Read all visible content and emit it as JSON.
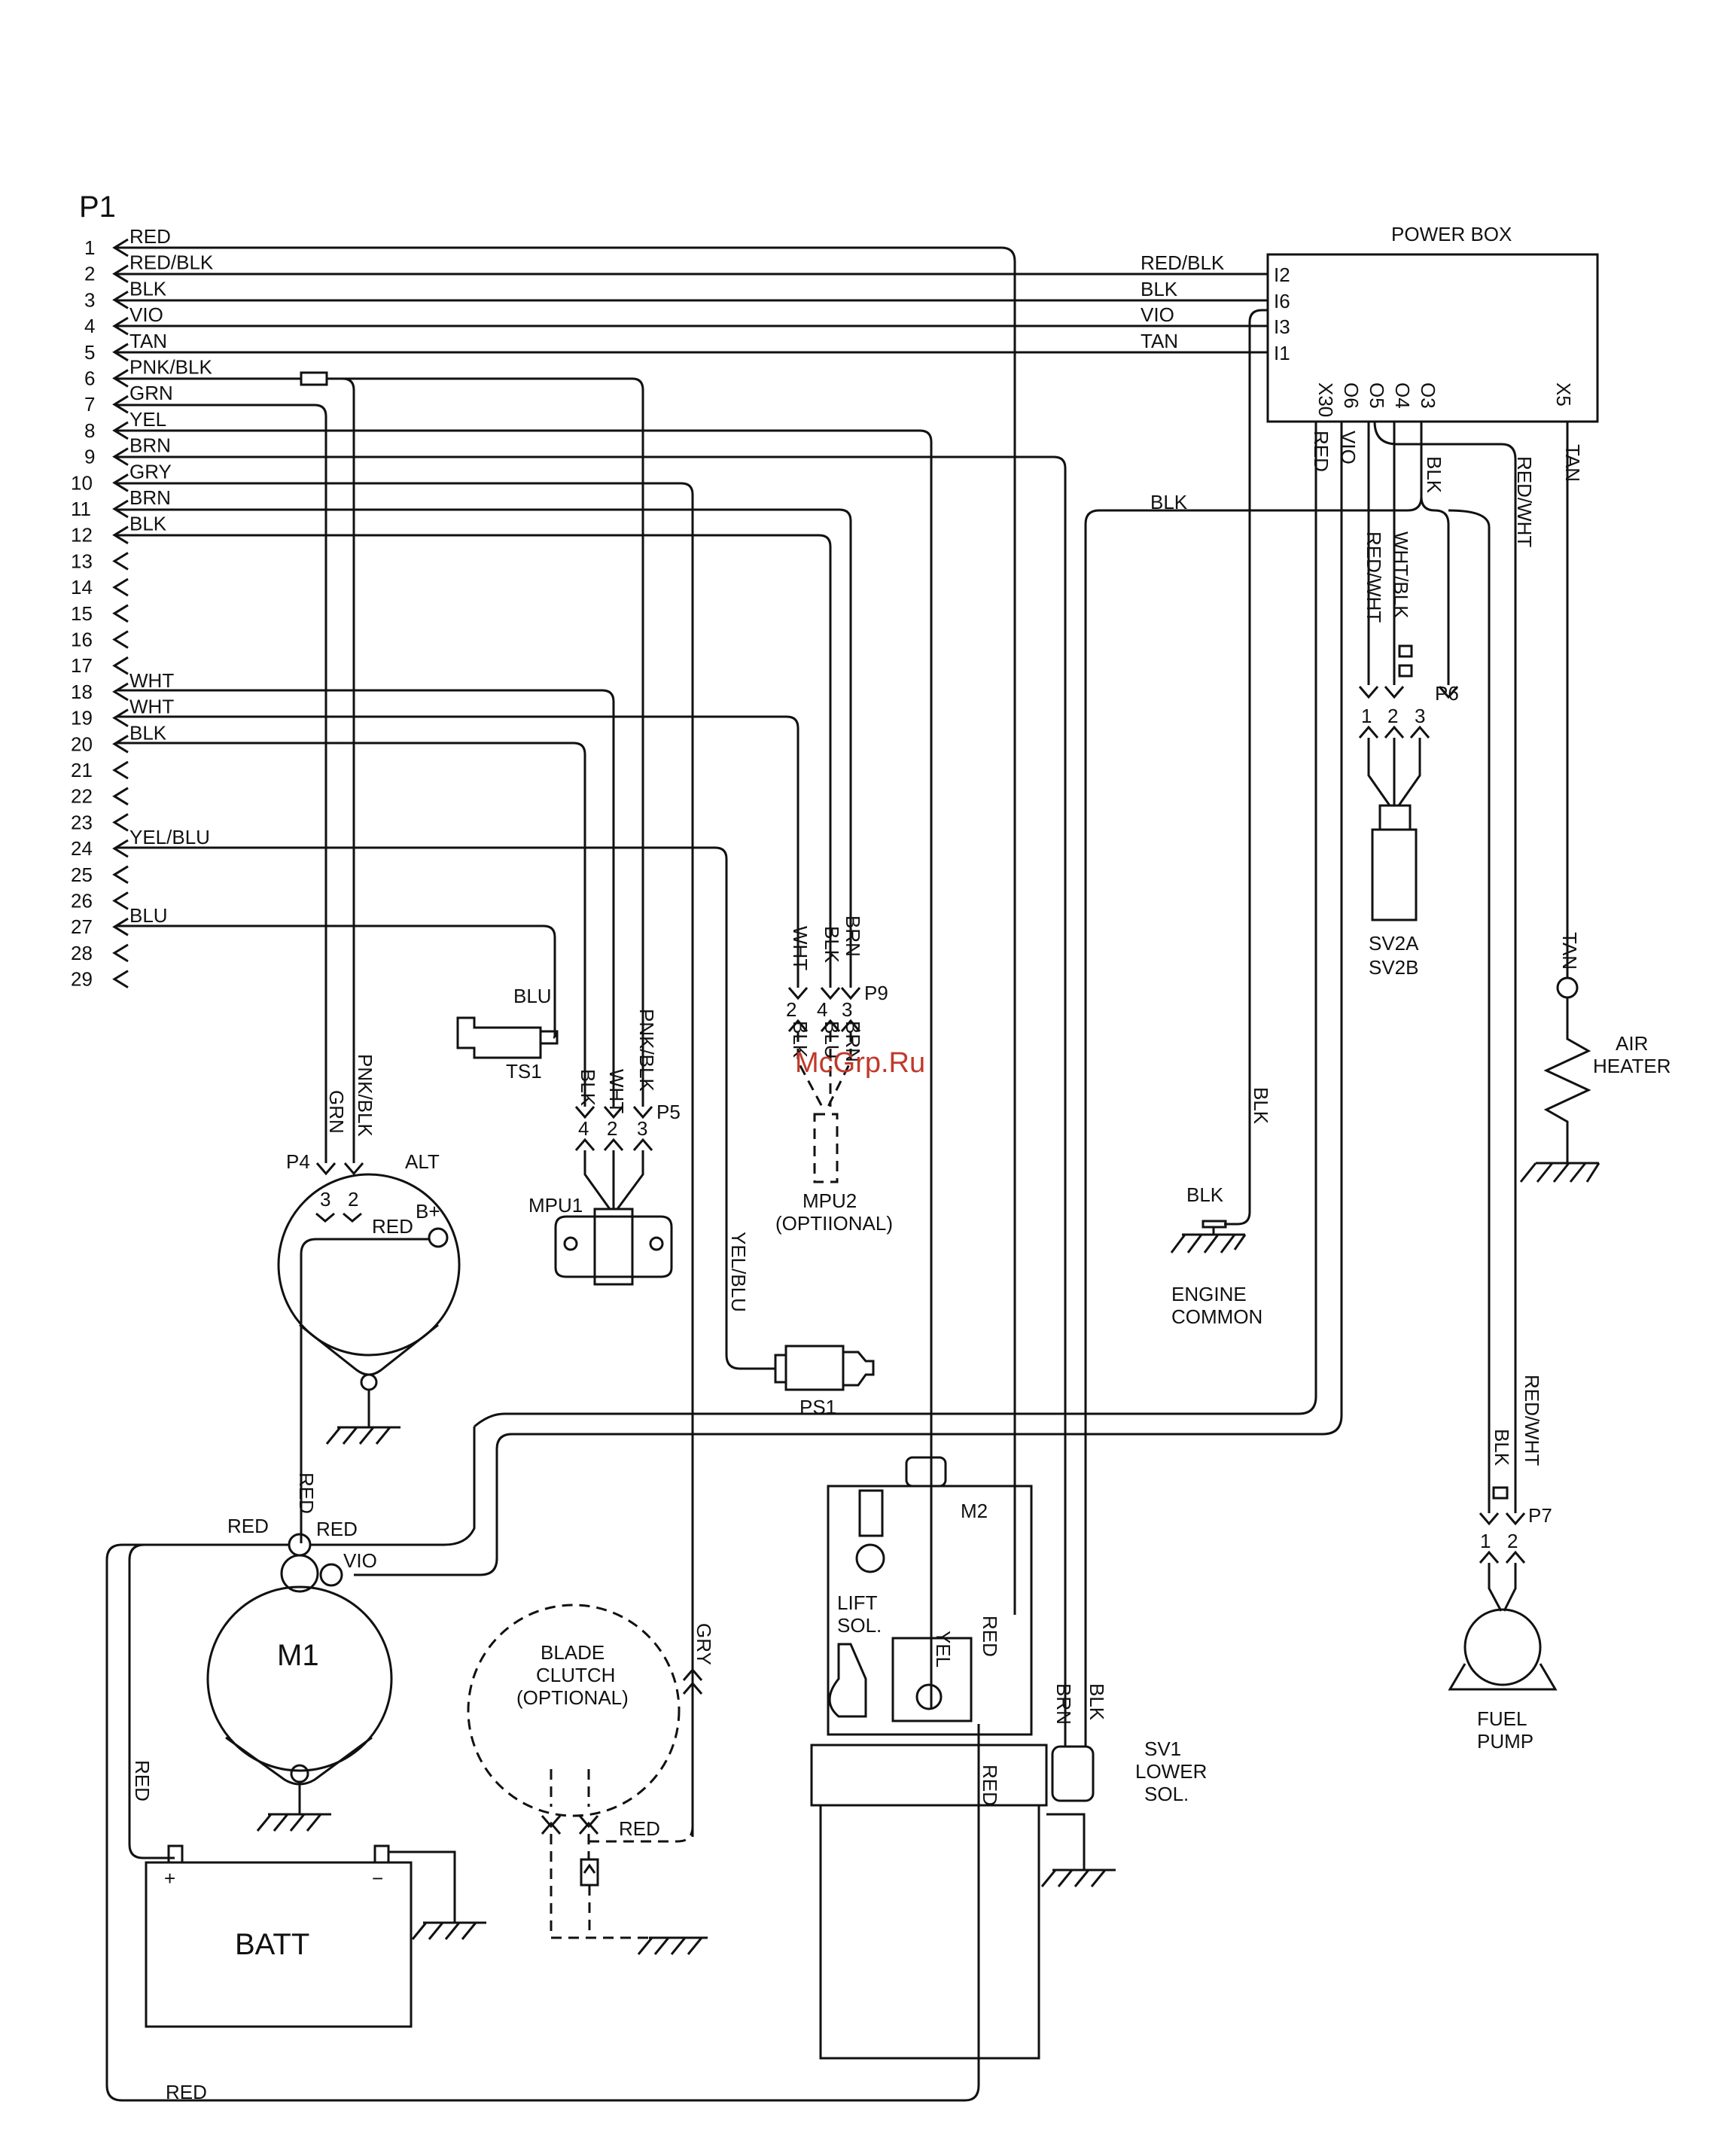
{
  "connector_p1": {
    "title": "P1",
    "pins": [
      "1",
      "2",
      "3",
      "4",
      "5",
      "6",
      "7",
      "8",
      "9",
      "10",
      "11",
      "12",
      "13",
      "14",
      "15",
      "16",
      "17",
      "18",
      "19",
      "20",
      "21",
      "22",
      "23",
      "24",
      "25",
      "26",
      "27",
      "28",
      "29"
    ],
    "wires": [
      {
        "pin": "1",
        "color": "RED"
      },
      {
        "pin": "2",
        "color": "RED/BLK"
      },
      {
        "pin": "3",
        "color": "BLK"
      },
      {
        "pin": "4",
        "color": "VIO"
      },
      {
        "pin": "5",
        "color": "TAN"
      },
      {
        "pin": "6",
        "color": "PNK/BLK"
      },
      {
        "pin": "7",
        "color": "GRN"
      },
      {
        "pin": "8",
        "color": "YEL"
      },
      {
        "pin": "9",
        "color": "BRN"
      },
      {
        "pin": "10",
        "color": "GRY"
      },
      {
        "pin": "11",
        "color": "BRN"
      },
      {
        "pin": "12",
        "color": "BLK"
      },
      {
        "pin": "18",
        "color": "WHT"
      },
      {
        "pin": "19",
        "color": "WHT"
      },
      {
        "pin": "20",
        "color": "BLK"
      },
      {
        "pin": "24",
        "color": "YEL/BLU"
      },
      {
        "pin": "27",
        "color": "BLU"
      }
    ]
  },
  "power_box": {
    "title": "POWER BOX",
    "inputs": [
      "I2",
      "I6",
      "I3",
      "I1"
    ],
    "input_wires": [
      "RED/BLK",
      "BLK",
      "VIO",
      "TAN"
    ],
    "outputs": [
      "X30",
      "O6",
      "O5",
      "O4",
      "O3",
      "X5"
    ],
    "output_wires": [
      "RED",
      "VIO",
      "RED/WHT",
      "WHT/BLK",
      "BLK",
      "RED/WHT",
      "TAN"
    ]
  },
  "labels": {
    "blk_ground_run": "BLK",
    "p6": "P6",
    "p6_pins": [
      "1",
      "2",
      "3"
    ],
    "sv2": [
      "SV2A",
      "SV2B"
    ],
    "tan": "TAN",
    "air_heater": [
      "AIR",
      "HEATER"
    ],
    "blu": "BLU",
    "ts1": "TS1",
    "p5_wires": [
      "BLK",
      "WHT",
      "PNK/BLK"
    ],
    "p5_pins": [
      "4",
      "2",
      "3"
    ],
    "p5": "P5",
    "mpu1": "MPU1",
    "p9_wires": [
      "WHT",
      "BLK",
      "BRN"
    ],
    "p9_pins": [
      "2",
      "4",
      "3"
    ],
    "p9": "P9",
    "p9_lower": [
      "BLK",
      "BLU",
      "BRN"
    ],
    "mpu2": [
      "MPU2",
      "(OPTIIONAL)"
    ],
    "blk_engine": "BLK",
    "engine_common": [
      "ENGINE",
      "COMMON"
    ],
    "alt_wires": [
      "GRN",
      "PNK/BLK"
    ],
    "p4": "P4",
    "alt": "ALT",
    "alt_pins": [
      "3",
      "2"
    ],
    "bplus": "B+",
    "red": "RED",
    "yel_blu": "YEL/BLU",
    "ps1": "PS1",
    "m1": "M1",
    "vio": "VIO",
    "batt": "BATT",
    "plus": "+",
    "minus": "−",
    "blade_clutch": [
      "BLADE",
      "CLUTCH",
      "(OPTIONAL)"
    ],
    "gry": "GRY",
    "m2": "M2",
    "lift_sol": [
      "LIFT",
      "SOL."
    ],
    "yel": "YEL",
    "brn": "BRN",
    "blk": "BLK",
    "sv1": [
      "SV1",
      "LOWER",
      "SOL."
    ],
    "p7": "P7",
    "p7_pins": [
      "1",
      "2"
    ],
    "red_wht": "RED/WHT",
    "fuel_pump": [
      "FUEL",
      "PUMP"
    ],
    "watermark": "McGrp.Ru"
  }
}
